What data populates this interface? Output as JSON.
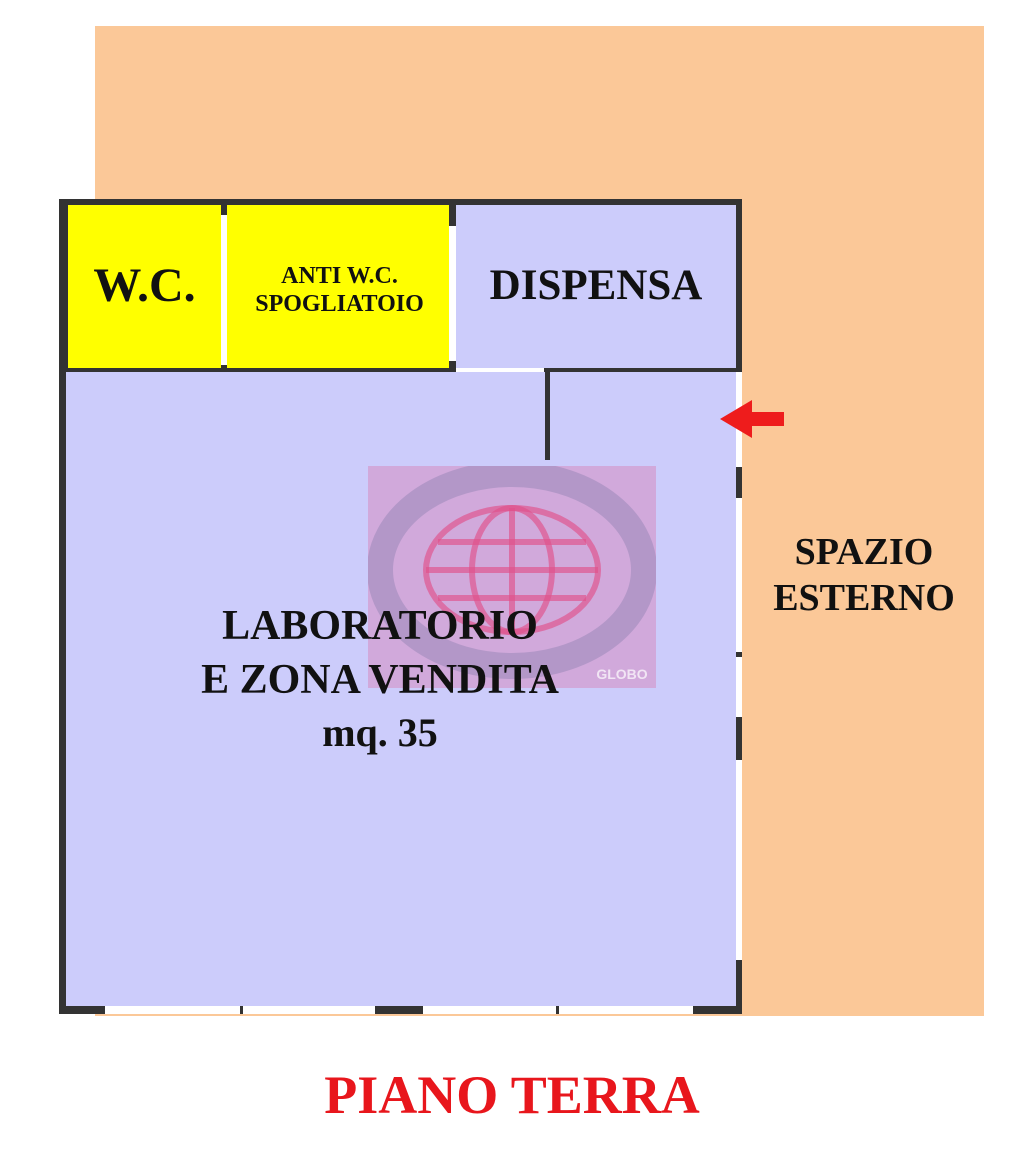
{
  "colors": {
    "exterior": "#fbc898",
    "room_lavender": "#ccccfb",
    "room_yellow": "#ffff00",
    "wall": "#333333",
    "title": "#e8161c",
    "arrow": "#ee1c1c",
    "watermark": "#e0508a"
  },
  "plan": {
    "title": "PIANO TERRA",
    "rooms": {
      "wc": {
        "label": "W.C."
      },
      "anti_wc": {
        "line1": "ANTI W.C.",
        "line2": "SPOGLIATOIO"
      },
      "dispensa": {
        "label": "DISPENSA"
      },
      "laboratorio": {
        "line1": "LABORATORIO",
        "line2": "E ZONA VENDITA",
        "line3": "mq. 35"
      }
    },
    "exterior": {
      "line1": "SPAZIO",
      "line2": "ESTERNO"
    },
    "entrance_arrow_icon": "arrow-left-icon",
    "watermark": {
      "icon": "globe-icon",
      "text": "GLOBO"
    }
  }
}
